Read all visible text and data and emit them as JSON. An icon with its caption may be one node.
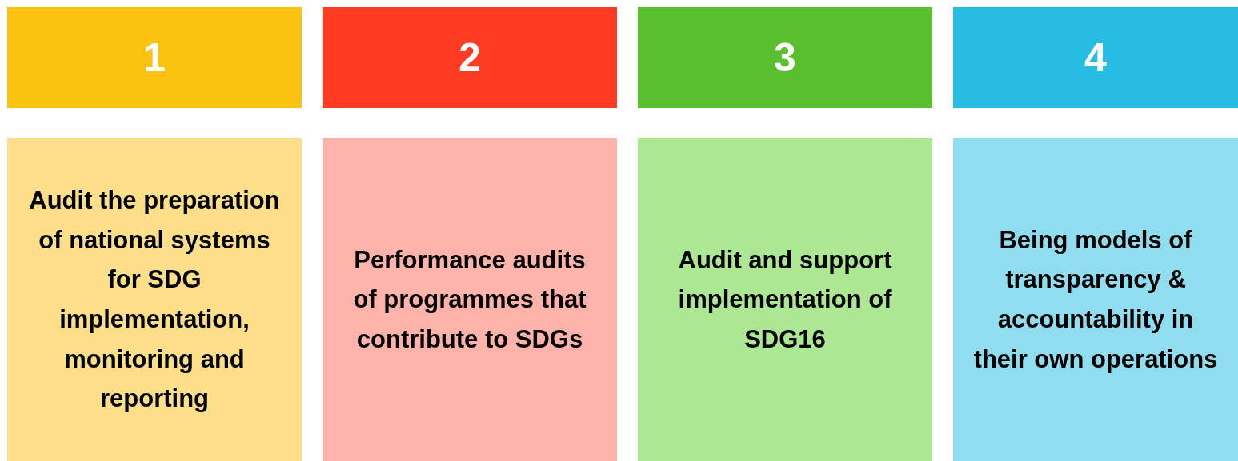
{
  "diagram": {
    "nodes": [
      {
        "text": [
          "1"
        ]
      },
      {
        "text": [
          "2"
        ]
      },
      {
        "text": [
          "3"
        ]
      },
      {
        "text": [
          "4"
        ]
      },
      {
        "text": [
          "Audit the preparation of national systems for SDG implementation, monitoring and reporting"
        ]
      },
      {
        "text": [
          "Performance audits of programmes that contribute to SDGs"
        ]
      },
      {
        "text": [
          "Audit and support implementation of SDG16"
        ]
      },
      {
        "text": [
          "Being models of transparency & accountability in their own operations"
        ]
      }
    ]
  }
}
